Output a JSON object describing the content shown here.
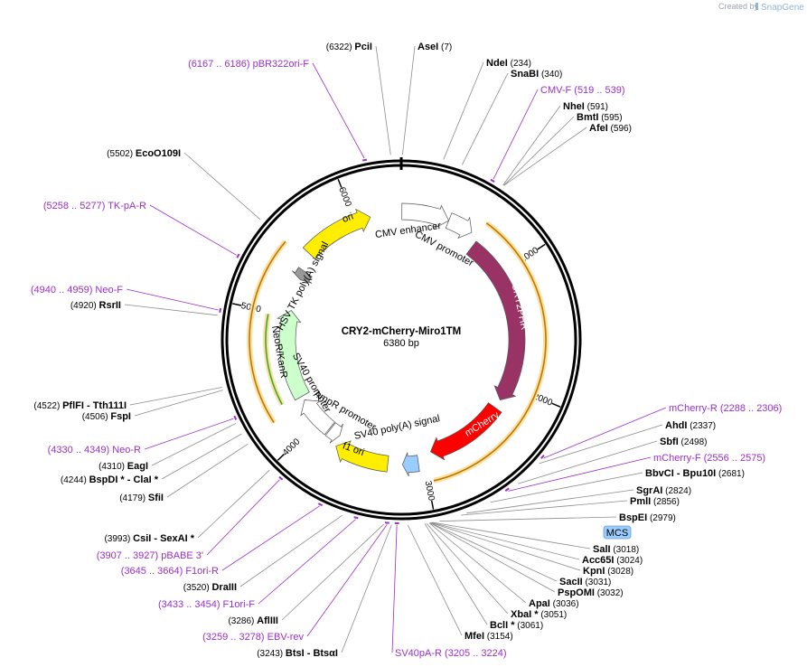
{
  "credit": {
    "created_by": "Created by",
    "brand": "SnapGene"
  },
  "plasmid": {
    "name": "CRY2-mCherry-Miro1TM",
    "length": "6380 bp",
    "length_bp": 6380
  },
  "ticks": [
    "1000",
    "2000",
    "3000",
    "4000",
    "5000",
    "6000"
  ],
  "features": [
    {
      "name": "ori",
      "start": 5550,
      "end": 6130,
      "color": "#ffee00",
      "strand": 1
    },
    {
      "name": "CMV enhancer",
      "start": 5,
      "end": 385,
      "color": "#ffffff",
      "strand": 1
    },
    {
      "name": "CMV promoter",
      "start": 385,
      "end": 590,
      "color": "#ffffff",
      "strand": 1
    },
    {
      "name": "CRY2PHR",
      "start": 660,
      "end": 2150,
      "color": "#993366",
      "strand": 1
    },
    {
      "name": "mCherry",
      "start": 2230,
      "end": 2930,
      "color": "#ff0000",
      "strand": 1
    },
    {
      "name": "SV40 poly(A) signal",
      "start": 3050,
      "end": 3180,
      "color": "#99ccff",
      "strand": 1
    },
    {
      "name": "f1 ori",
      "start": 3300,
      "end": 3750,
      "color": "#ffee00",
      "strand": 1
    },
    {
      "name": "AmpR promoter",
      "start": 3770,
      "end": 3870,
      "color": "#ffffff",
      "strand": -1
    },
    {
      "name": "SV40 promoter",
      "start": 3880,
      "end": 4220,
      "color": "#ffffff",
      "strand": 1
    },
    {
      "name": "NeoR/KanR",
      "start": 4260,
      "end": 5050,
      "color": "#ccffcc",
      "strand": 1
    },
    {
      "name": "HSV TK poly(A) signal",
      "start": 5330,
      "end": 5410,
      "color": "#999999",
      "strand": -1
    }
  ],
  "primers": [
    {
      "text": "(6167 .. 6186)  pBR322ori-F"
    },
    {
      "text": "CMV-F",
      "pos": "(519 .. 539)"
    },
    {
      "text": "(5258 .. 5277)  TK-pA-R"
    },
    {
      "text": "(4940 .. 4959)  Neo-F"
    },
    {
      "text": "(4330 .. 4349)  Neo-R"
    },
    {
      "text": "mCherry-R",
      "pos": "(2288 .. 2306)"
    },
    {
      "text": "mCherry-F",
      "pos": "(2556 .. 2575)"
    },
    {
      "text": "(3907 .. 3927)  pBABE 3'"
    },
    {
      "text": "(3645 .. 3664)  F1ori-R"
    },
    {
      "text": "(3433 .. 3454)  F1ori-F"
    },
    {
      "text": "(3259 .. 3278)  EBV-rev"
    },
    {
      "text": "SV40pA-R",
      "pos": "(3205 .. 3224)"
    }
  ],
  "enzymes": [
    {
      "name": "PciI",
      "pos": "(6322)"
    },
    {
      "name": "AseI",
      "pos": "(7)"
    },
    {
      "name": "NdeI",
      "pos": "(234)"
    },
    {
      "name": "SnaBI",
      "pos": "(340)"
    },
    {
      "name": "NheI",
      "pos": "(591)"
    },
    {
      "name": "BmtI",
      "pos": "(595)"
    },
    {
      "name": "AfeI",
      "pos": "(596)"
    },
    {
      "name": "EcoO109I",
      "pos": "(5502)"
    },
    {
      "name": "RsrII",
      "pos": "(4920)"
    },
    {
      "name": "PflFI  -  Tth111I",
      "pos": "(4522)"
    },
    {
      "name": "FspI",
      "pos": "(4506)"
    },
    {
      "name": "EagI",
      "pos": "(4310)"
    },
    {
      "name": "BspDI *  -  ClaI *",
      "pos": "(4244)"
    },
    {
      "name": "SfiI",
      "pos": "(4179)"
    },
    {
      "name": "CsiI  -  SexAI *",
      "pos": "(3993)"
    },
    {
      "name": "DraIII",
      "pos": "(3520)"
    },
    {
      "name": "AflIII",
      "pos": "(3286)"
    },
    {
      "name": "BtsI  -  BtsαI",
      "pos": "(3243)"
    },
    {
      "name": "AhdI",
      "pos": "(2337)"
    },
    {
      "name": "SbfI",
      "pos": "(2498)"
    },
    {
      "name": "BbvCI  -  Bpu10I",
      "pos": "(2681)"
    },
    {
      "name": "SgrAI",
      "pos": "(2824)"
    },
    {
      "name": "PmlI",
      "pos": "(2856)"
    },
    {
      "name": "BspEI",
      "pos": "(2979)"
    },
    {
      "name": "SalI",
      "pos": "(3018)"
    },
    {
      "name": "Acc65I",
      "pos": "(3024)"
    },
    {
      "name": "KpnI",
      "pos": "(3028)"
    },
    {
      "name": "SacII",
      "pos": "(3031)"
    },
    {
      "name": "PspOMI",
      "pos": "(3032)"
    },
    {
      "name": "ApaI",
      "pos": "(3036)"
    },
    {
      "name": "XbaI *",
      "pos": "(3051)"
    },
    {
      "name": "BclI *",
      "pos": "(3061)"
    },
    {
      "name": "MfeI",
      "pos": "(3154)"
    }
  ],
  "mcs": {
    "label": "MCS",
    "color": "#99ccff"
  },
  "colors": {
    "primer": "#9b2fc9",
    "orange": "#f0a000",
    "green": "#33aa33"
  }
}
